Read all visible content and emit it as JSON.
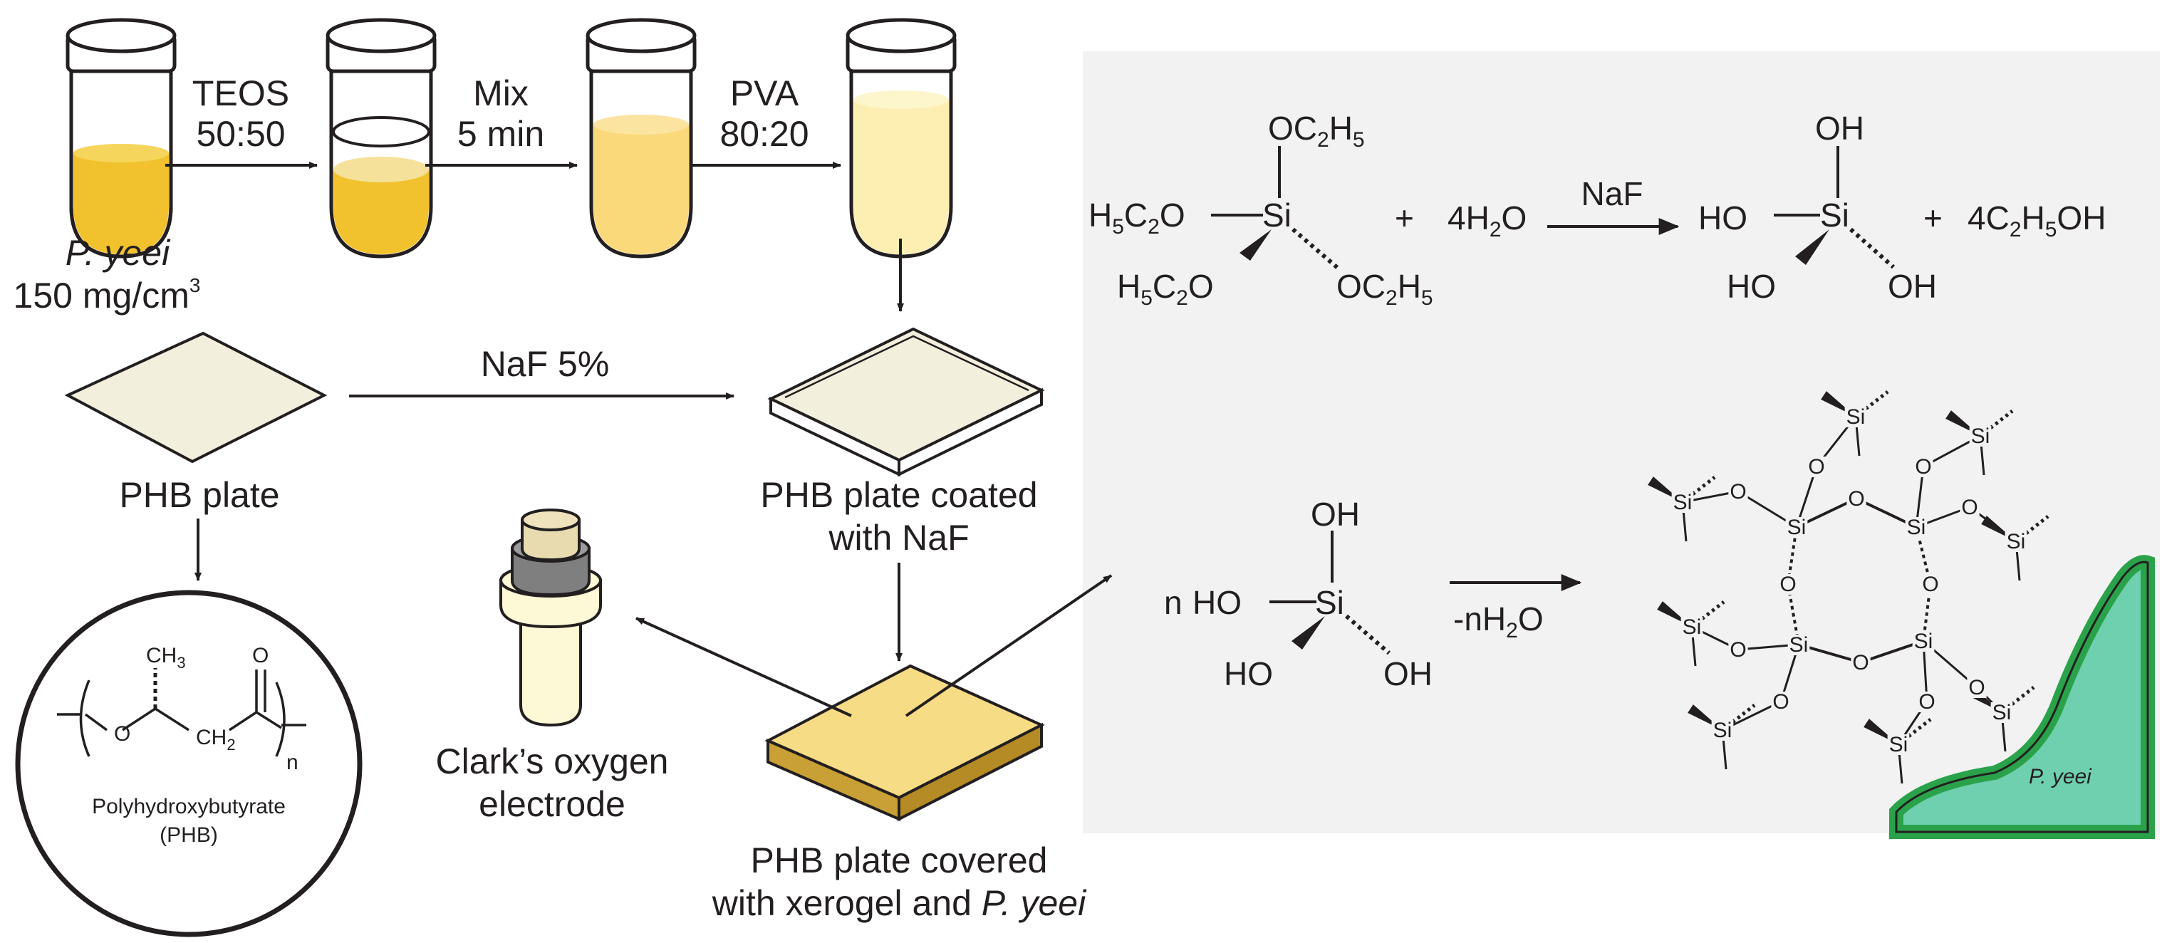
{
  "colors": {
    "yeast_dark": "#f1c22e",
    "yeast_mid": "#fad97a",
    "yeast_light": "#fcefb1",
    "yeast_pale": "#fdf8d5",
    "plate": "#f3efdd",
    "xerogel_top": "#f7dc86",
    "xerogel_side": "#c9a035",
    "cell_fill": "#6fd0b0",
    "cell_border": "#2aa24a",
    "panel_bg": "#f2f2f2",
    "ink": "#231f20"
  },
  "tube_steps": {
    "step1_line1": "TEOS",
    "step1_line2": "50:50",
    "step2_line1": "Mix",
    "step2_line2": "5 min",
    "step3_line1": "PVA",
    "step3_line2": "80:20"
  },
  "cell": {
    "species": "P. yeei",
    "concentration": "150 mg/cm",
    "concentration_exp": "3"
  },
  "plates": {
    "phb_plate": "PHB plate",
    "naf_arrow": "NaF 5%",
    "coated_line1": "PHB plate coated",
    "coated_line2": "with NaF",
    "covered_line1": "PHB plate covered",
    "covered_line2_prefix": "with xerogel and ",
    "covered_line2_italic": "P. yeei"
  },
  "electrode": {
    "line1": "Clark’s oxygen",
    "line2": "electrode"
  },
  "polymer": {
    "name": "Polyhydroxybutyrate",
    "abbr": "(PHB)",
    "ch3": "CH",
    "ch3_sub": "3",
    "o_ring": "O",
    "o_carbonyl": "O",
    "ch2": "CH",
    "ch2_sub": "2",
    "n": "n"
  },
  "reaction1": {
    "oc2h5_top": "OC2H5",
    "h5c2o_left": "H5C2O",
    "h5c2o_bottom": "H5C2O",
    "oc2h5_right": "OC2H5",
    "si": "Si",
    "plus1": "+",
    "water": "4H2O",
    "catalyst": "NaF",
    "oh_top": "OH",
    "ho_left": "HO",
    "ho_bottom": "HO",
    "oh_right": "OH",
    "si2": "Si",
    "plus2": "+",
    "ethanol": "4C2H5OH"
  },
  "reaction2": {
    "n": "n",
    "ho_left": "HO",
    "oh_top": "OH",
    "ho_bottom": "HO",
    "oh_right": "OH",
    "si": "Si",
    "condition": "-nH2O",
    "network_si": "Si",
    "network_o": "O",
    "cell_label": "P. yeei"
  }
}
